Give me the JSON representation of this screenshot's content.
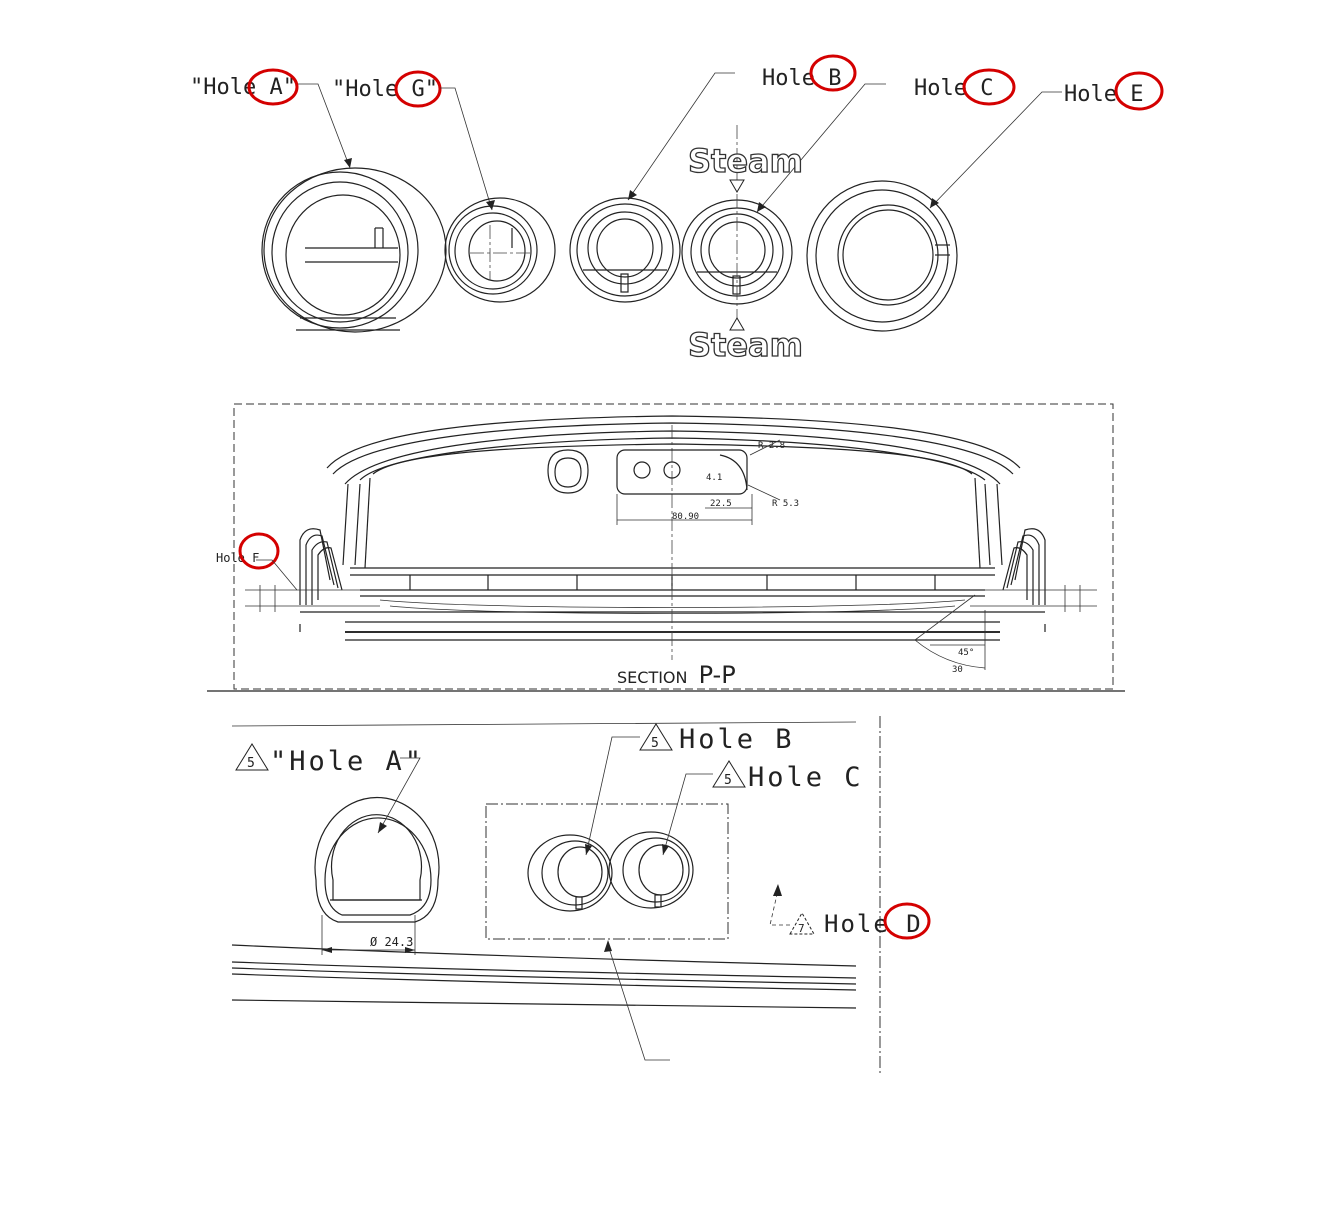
{
  "top_labels": {
    "hole_a": "\"Hole A\"",
    "hole_g": "\"Hole G\"",
    "hole_b": "Hole B",
    "hole_c": "Hole C",
    "hole_e": "Hole E"
  },
  "steam_top": "Steam",
  "steam_bottom": "Steam",
  "section": {
    "prefix": "SECTION",
    "name": "P-P",
    "hole_f": "Hole F",
    "dims": {
      "d_r28": "R 2.8",
      "d_r53": "R 5.3",
      "d_225": "22.5",
      "d_8090": "80.90",
      "d_41": "4.1",
      "d_45": "45°",
      "d_30": "30"
    }
  },
  "detail": {
    "hole_a": "\"Hole A\"",
    "hole_b": "Hole B",
    "hole_c": "Hole C",
    "hole_d": "Hole D",
    "diameter": "Ø 24.3",
    "rev_mark_5": "5",
    "rev_mark_7": "7"
  },
  "highlight_color": "#d40000"
}
